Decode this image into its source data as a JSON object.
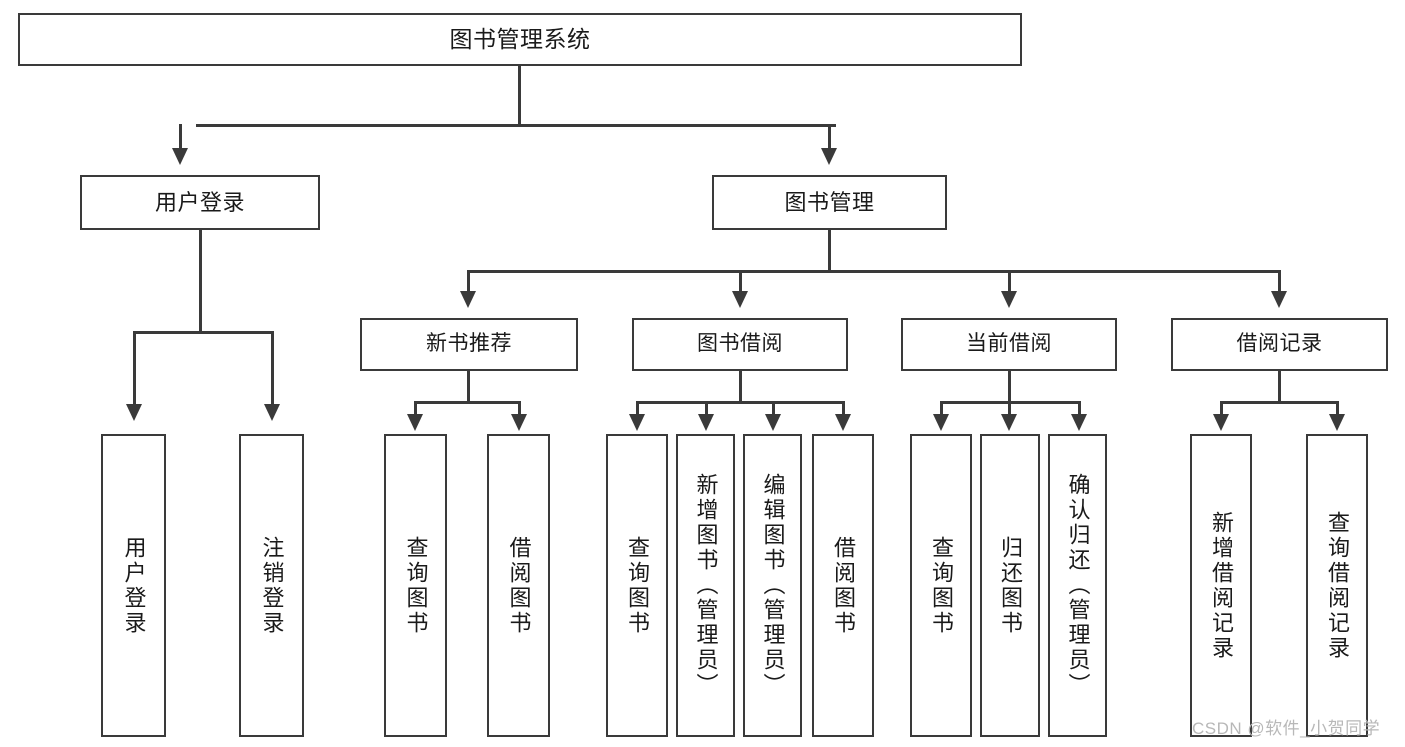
{
  "diagram": {
    "type": "tree-hierarchy",
    "title": "图书管理系统",
    "root": {
      "label": "图书管理系统"
    },
    "level2": [
      {
        "label": "用户登录"
      },
      {
        "label": "图书管理"
      }
    ],
    "level3": [
      {
        "label": "新书推荐"
      },
      {
        "label": "图书借阅"
      },
      {
        "label": "当前借阅"
      },
      {
        "label": "借阅记录"
      }
    ],
    "leaves": [
      {
        "label": "用户登录",
        "parent": "用户登录"
      },
      {
        "label": "注销登录",
        "parent": "用户登录"
      },
      {
        "label": "查询图书",
        "parent": "新书推荐"
      },
      {
        "label": "借阅图书",
        "parent": "新书推荐"
      },
      {
        "label": "查询图书",
        "parent": "图书借阅"
      },
      {
        "label": "新增图书（管理员）",
        "parent": "图书借阅"
      },
      {
        "label": "编辑图书（管理员）",
        "parent": "图书借阅"
      },
      {
        "label": "借阅图书",
        "parent": "图书借阅"
      },
      {
        "label": "查询图书",
        "parent": "当前借阅"
      },
      {
        "label": "归还图书",
        "parent": "当前借阅"
      },
      {
        "label": "确认归还（管理员）",
        "parent": "当前借阅"
      },
      {
        "label": "新增借阅记录",
        "parent": "借阅记录"
      },
      {
        "label": "查询借阅记录",
        "parent": "借阅记录"
      }
    ]
  },
  "watermark": {
    "text": "CSDN @软件_小贺同学"
  },
  "colors": {
    "stroke": "#3a3a3a",
    "fill": "#ffffff",
    "text": "#1a1a1a",
    "watermark": "#b8b8b8"
  }
}
